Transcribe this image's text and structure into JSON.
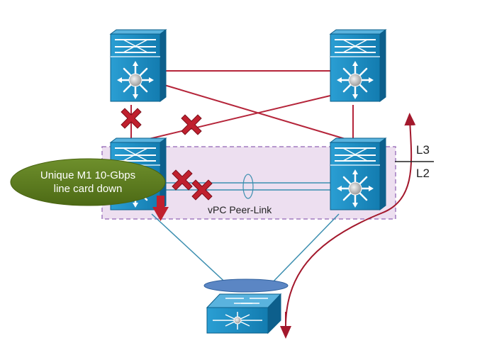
{
  "labels": {
    "callout": [
      "Unique M1 10-Gbps",
      "line card down"
    ],
    "peer_link": "vPC Peer-Link",
    "layer_top": "L3",
    "layer_bottom": "L2"
  },
  "colors": {
    "switch_face": "#1c8fc3",
    "switch_edge": "#0b5f8a",
    "link_red": "#b5253a",
    "link_blue": "#3d8fb0",
    "failure_x": "#c0202e",
    "vpc_domain_fill": "#eddff0",
    "vpc_domain_border": "#a27bbf",
    "callout_fill": "#5b7a1e",
    "port_channel_fill": "#5b86c4",
    "flow_arrow": "#a3182c"
  },
  "icons": {
    "core_switch": "nexus-chassis-icon",
    "access_switch": "layer2-switch-icon",
    "failure": "red-x-failure-icon",
    "traffic": "traffic-flow-arrow-icon"
  }
}
